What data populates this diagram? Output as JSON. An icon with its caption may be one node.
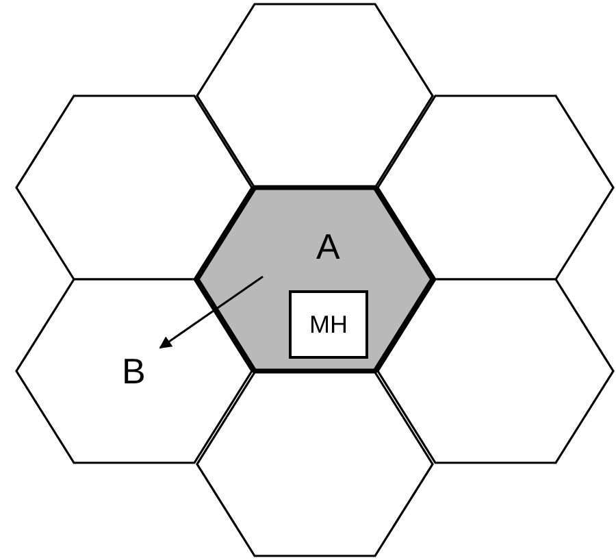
{
  "diagram": {
    "nodes": [
      {
        "text": [],
        "shape": "hexagon"
      },
      {
        "text": [],
        "shape": "hexagon"
      },
      {
        "text": [],
        "shape": "hexagon"
      },
      {
        "text": [
          "A"
        ]
      },
      {
        "text": [
          "MH"
        ],
        "in": 3
      },
      {
        "text": [
          "B"
        ]
      },
      {
        "text": [],
        "shape": "hexagon"
      },
      {
        "text": [],
        "shape": "hexagon"
      }
    ],
    "edges": [
      {
        "from": null,
        "to": 5,
        "arrow": "to"
      }
    ]
  }
}
